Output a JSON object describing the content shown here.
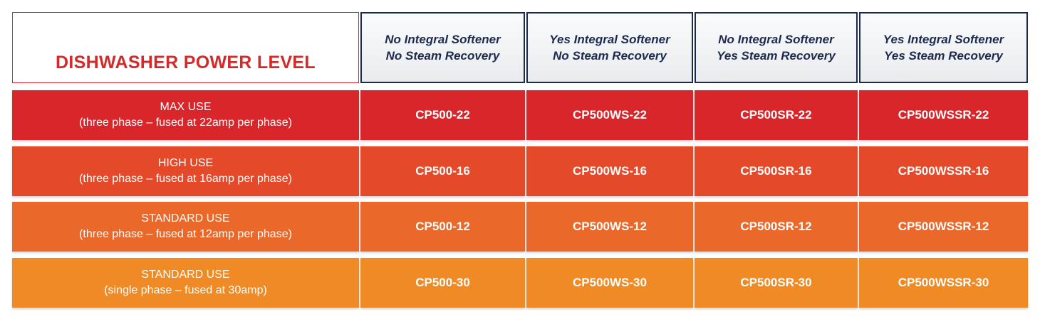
{
  "table": {
    "title": "DISHWASHER POWER LEVEL",
    "columns": [
      {
        "line1": "No Integral Softener",
        "line2": "No Steam Recovery"
      },
      {
        "line1": "Yes Integral Softener",
        "line2": "No Steam Recovery"
      },
      {
        "line1": "No Integral Softener",
        "line2": "Yes Steam Recovery"
      },
      {
        "line1": "Yes Integral Softener",
        "line2": "Yes Steam Recovery"
      }
    ],
    "rows": [
      {
        "level": "MAX USE",
        "detail": "(three phase – fused at 22amp per phase)",
        "color": "#d8262a",
        "codes": [
          "CP500-22",
          "CP500WS-22",
          "CP500SR-22",
          "CP500WSSR-22"
        ]
      },
      {
        "level": "HIGH USE",
        "detail": "(three phase – fused at 16amp per phase)",
        "color": "#e4492a",
        "codes": [
          "CP500-16",
          "CP500WS-16",
          "CP500SR-16",
          "CP500WSSR-16"
        ]
      },
      {
        "level": "STANDARD USE",
        "detail": "(three phase – fused at 12amp per phase)",
        "color": "#ea6829",
        "codes": [
          "CP500-12",
          "CP500WS-12",
          "CP500SR-12",
          "CP500WSSR-12"
        ]
      },
      {
        "level": "STANDARD USE",
        "detail": "(single phase – fused at 30amp)",
        "color": "#ef8a24",
        "codes": [
          "CP500-30",
          "CP500WS-30",
          "CP500SR-30",
          "CP500WSSR-30"
        ]
      }
    ]
  }
}
